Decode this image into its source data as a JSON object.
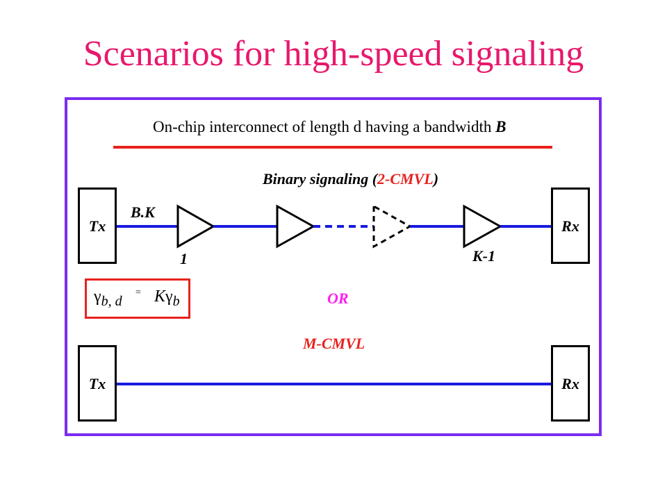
{
  "title": "Scenarios for high-speed signaling",
  "caption": {
    "text": "On-chip interconnect of length d having a  bandwidth ",
    "bandwidth_symbol": "B"
  },
  "binary_scenario": {
    "heading_prefix": "Binary signaling (",
    "heading_highlight": "2-CMVL",
    "heading_suffix": ")",
    "tx_label": "Tx",
    "rx_label": "Rx",
    "rate_label": "B.K",
    "first_repeater_label": "1",
    "last_repeater_label": "K-1"
  },
  "equation": {
    "lhs_symbol": "γ",
    "lhs_subscript": "b, d",
    "operator": "=",
    "rhs_factor": "K",
    "rhs_symbol": "γ",
    "rhs_subscript": "b"
  },
  "separator_label": "OR",
  "mcmvl_scenario": {
    "heading": "M-CMVL",
    "tx_label": "Tx",
    "rx_label": "Rx"
  },
  "colors": {
    "title": "#e8186c",
    "frame": "#7b2cf0",
    "wire": "#1a1ae0",
    "accent_red": "#e8211d",
    "or_magenta": "#ff1cf0"
  }
}
